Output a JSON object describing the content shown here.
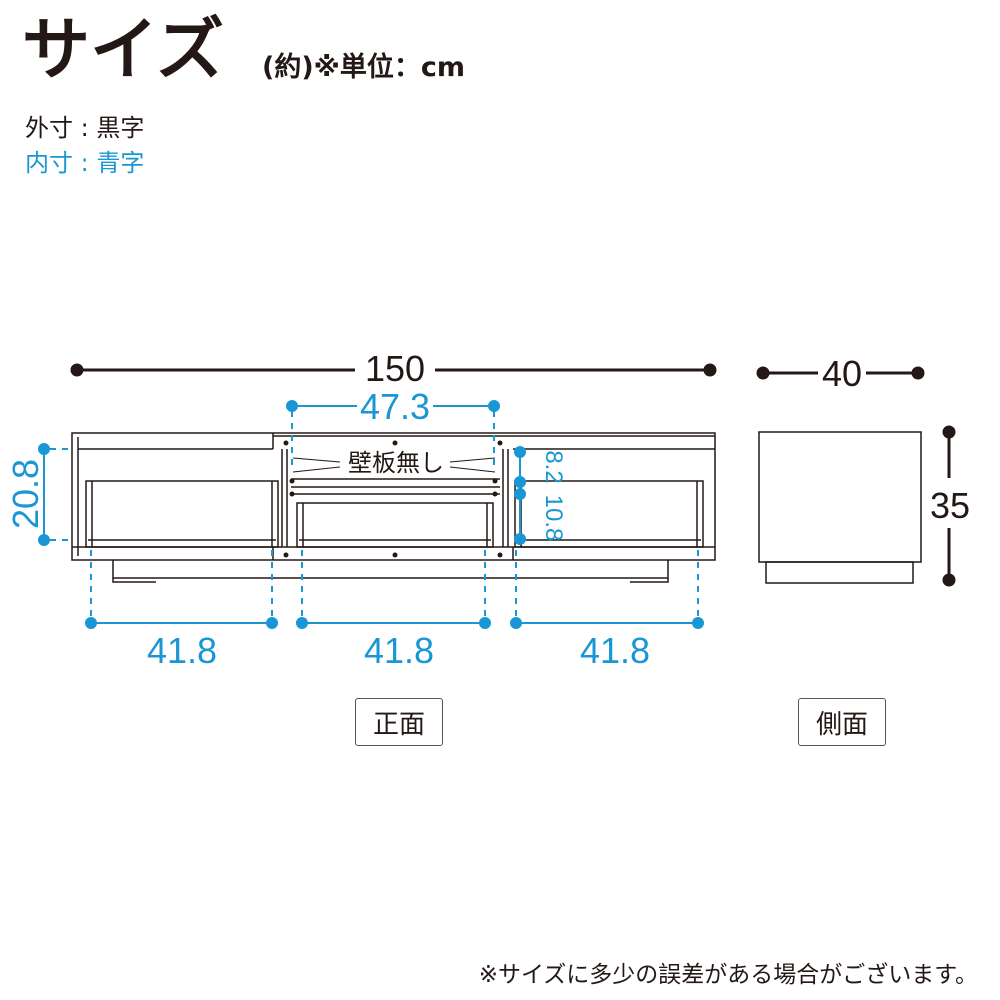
{
  "header": {
    "title": "サイズ",
    "unit_note": "(約)※単位：cm"
  },
  "legend": {
    "outer": "外寸 : 黒字",
    "inner": "内寸 : 青字"
  },
  "colors": {
    "outer": "#231815",
    "inner": "#1a96d4"
  },
  "front": {
    "width": "150",
    "center_inner_width": "47.3",
    "no_back_panel": "壁板無し",
    "left_inner_height": "20.8",
    "center_upper_height": "8.2",
    "center_lower_height": "10.8",
    "compartment_widths": [
      "41.8",
      "41.8",
      "41.8"
    ],
    "view_label": "正面"
  },
  "side": {
    "depth": "40",
    "height": "35",
    "view_label": "側面"
  },
  "footer": "※サイズに多少の誤差がある場合がございます。"
}
